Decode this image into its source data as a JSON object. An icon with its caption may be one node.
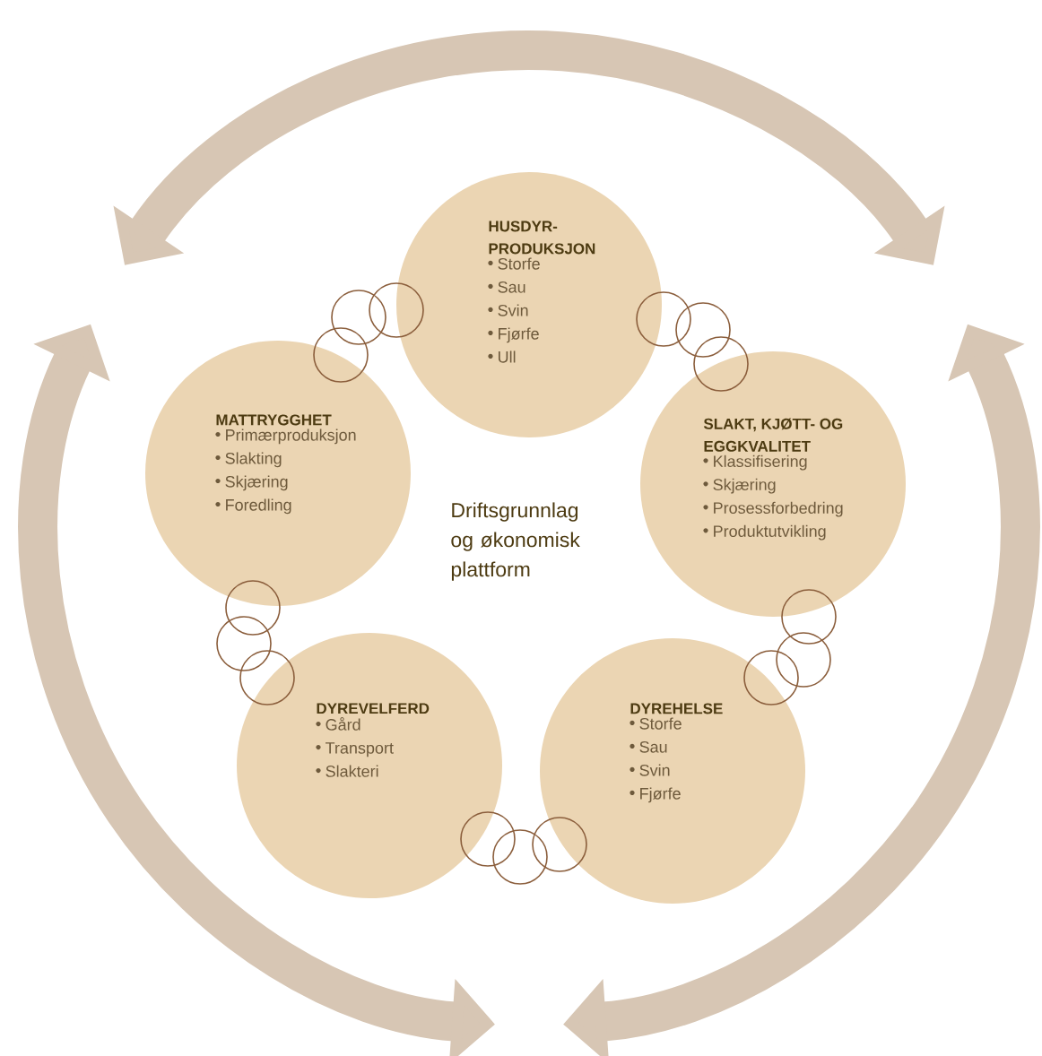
{
  "diagram": {
    "nodes": [
      {
        "text": [
          "HUSDYR-PRODUKSJON",
          "Storfe",
          "Sau",
          "Svin",
          "Fjørfe",
          "Ull"
        ]
      },
      {
        "text": [
          "SLAKT, KJØTT- OG EGGKVALITET",
          "Klassifisering",
          "Skjæring",
          "Prosessforbedring",
          "Produktutvikling"
        ]
      },
      {
        "text": [
          "DYREHELSE",
          "Storfe",
          "Sau",
          "Svin",
          "Fjørfe"
        ]
      },
      {
        "text": [
          "DYREVELFERD",
          "Gård",
          "Transport",
          "Slakteri"
        ]
      },
      {
        "text": [
          "MATTRYGGHET",
          "Primærproduksjon",
          "Slakting",
          "Skjæring",
          "Foredling"
        ]
      }
    ],
    "labels": [
      "Driftsgrunnlag og økonomisk plattform"
    ]
  }
}
